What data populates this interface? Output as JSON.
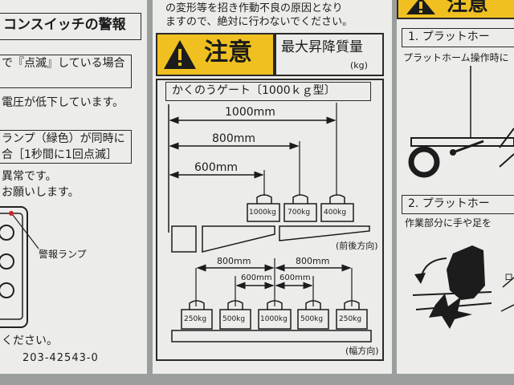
{
  "left_panel": {
    "header": "コンスイッチの警報",
    "line1": "で『点滅』している場合",
    "line2": "電圧が低下しています。",
    "line3": "ランプ（緑色）が同時に",
    "line4": "合［1秒間に1回点滅］",
    "line5": "異常です。",
    "line6": "お願いします。",
    "lamp_label": "警報ランプ",
    "line7": "ください。",
    "part_number": "203-42543-0"
  },
  "center_panel": {
    "top_line1": "の変形等を招き作動不良の原因となり",
    "top_line2": "ますので、絶対に行わないでください。",
    "caution_word": "注意",
    "max_load_title": "最大昇降質量",
    "max_load_unit": "(kg)",
    "gate_title": "かくのうゲート〔1000ｋｇ型〕",
    "front_back": {
      "dim_1000": "1000mm",
      "dim_800": "800mm",
      "dim_600": "600mm",
      "weights": [
        "1000kg",
        "700kg",
        "400kg"
      ],
      "direction": "(前後方向)"
    },
    "width": {
      "dim_800_left": "800mm",
      "dim_800_right": "800mm",
      "dim_600_left": "600mm",
      "dim_600_right": "600mm",
      "weights": [
        "250kg",
        "500kg",
        "1000kg",
        "500kg",
        "250kg"
      ],
      "direction": "(幅方向)"
    }
  },
  "right_panel": {
    "caution_word": "注意",
    "section1_title": "1. プラットホー",
    "section1_text": "プラットホーム操作時に",
    "section2_title": "2. プラットホー",
    "section2_text": "作業部分に手や足を",
    "side_mark": "ロ"
  },
  "colors": {
    "panel": "#ecedea",
    "warning_yellow": "#f0c020",
    "ink": "#1c1c1c",
    "background": "#9a9f9d"
  }
}
